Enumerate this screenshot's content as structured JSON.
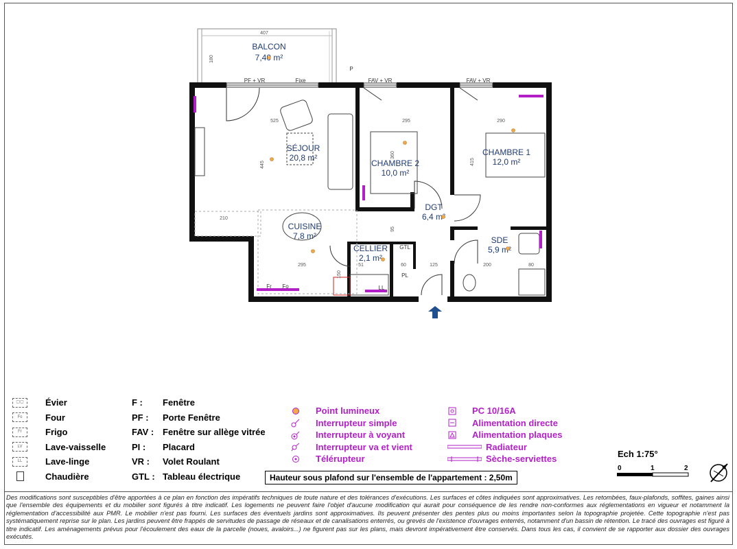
{
  "rooms": {
    "balcon": {
      "name": "BALCON",
      "area": "7,40 m²"
    },
    "sejour": {
      "name": "SÉJOUR",
      "area": "20,8 m²"
    },
    "chambre2": {
      "name": "CHAMBRE 2",
      "area": "10,0 m²"
    },
    "chambre1": {
      "name": "CHAMBRE 1",
      "area": "12,0 m²"
    },
    "dgt": {
      "name": "DGT",
      "area": "6,4 m²"
    },
    "cuisine": {
      "name": "CUISINE",
      "area": "7,8 m²"
    },
    "cellier": {
      "name": "CELLIER",
      "area": "2,1 m²"
    },
    "sde": {
      "name": "SDE",
      "area": "5,9 m²"
    }
  },
  "plan_labels": {
    "pf_vr": "PF + VR",
    "fixe": "Fixe",
    "fav_vr_1": "FAV + VR",
    "fav_vr_2": "FAV + VR",
    "gtl": "GTL",
    "pl": "PL",
    "ll": "LL",
    "fr": "Fr",
    "fo": "Fo",
    "north_p": "P"
  },
  "dimensions": {
    "d407": "407",
    "d180": "180",
    "d525": "525",
    "d295a": "295",
    "d290": "290",
    "d445": "445",
    "d360": "360",
    "d415": "415",
    "d210": "210",
    "d295b": "295",
    "d95": "95",
    "d150": "150",
    "d51": "51",
    "d60": "60",
    "d125": "125",
    "d200": "200",
    "d80": "80"
  },
  "legend": {
    "equipment": [
      {
        "icon": "evier-icon",
        "label": "Évier"
      },
      {
        "icon": "four-icon",
        "label": "Four"
      },
      {
        "icon": "frigo-icon",
        "label": "Frigo"
      },
      {
        "icon": "lave-vaisselle-icon",
        "label": "Lave-vaisselle"
      },
      {
        "icon": "lave-linge-icon",
        "label": "Lave-linge"
      },
      {
        "icon": "chaudiere-icon",
        "label": "Chaudière"
      }
    ],
    "abbreviations": [
      {
        "abbr": "F :",
        "label": "Fenêtre"
      },
      {
        "abbr": "PF :",
        "label": "Porte Fenêtre"
      },
      {
        "abbr": "FAV :",
        "label": "Fenêtre sur allège vitrée"
      },
      {
        "abbr": "PI :",
        "label": "Placard"
      },
      {
        "abbr": "VR :",
        "label": "Volet Roulant"
      },
      {
        "abbr": "GTL :",
        "label": "Tableau électrique"
      }
    ],
    "electric_left": [
      {
        "icon": "point-lumineux-icon",
        "label": "Point lumineux"
      },
      {
        "icon": "interrupteur-simple-icon",
        "label": "Interrupteur simple"
      },
      {
        "icon": "interrupteur-voyant-icon",
        "label": "Interrupteur à voyant"
      },
      {
        "icon": "interrupteur-va-et-vient-icon",
        "label": "Interrupteur va et vient"
      },
      {
        "icon": "telerupteur-icon",
        "label": "Télérupteur"
      }
    ],
    "electric_right": [
      {
        "icon": "pc-icon",
        "label": "PC 10/16A"
      },
      {
        "icon": "alimentation-directe-icon",
        "label": "Alimentation directe"
      },
      {
        "icon": "alimentation-plaques-icon",
        "label": "Alimentation plaques"
      },
      {
        "icon": "radiateur-icon",
        "label": "Radiateur"
      },
      {
        "icon": "seche-serviettes-icon",
        "label": "Sèche-serviettes"
      }
    ],
    "colors": {
      "purple": "#b21fc7",
      "room_text": "#1f3b73",
      "entry_arrow": "#1f4f8f"
    }
  },
  "ceiling_height": "Hauteur sous plafond sur l'ensemble de l'appartement : 2,50m",
  "scale": {
    "title": "Ech 1:75°",
    "ticks": [
      "0",
      "1",
      "2"
    ]
  },
  "disclaimer": "Des modifications sont susceptibles d'être apportées à ce plan en fonction des impératifs techniques de toute nature et des tolérances d'exécutions. Les surfaces et côtes indiquées sont approximatives. Les retombées, faux-plafonds, soffites, gaines ainsi que l'ensemble des équipements et du mobilier sont figurés à titre indicatif. Les logements ne peuvent faire l'objet d'aucune modification qui aurait pour conséquence de les rendre non-conformes aux réglementations en vigueur et notamment la réglementation d'accessibilité aux PMR. Le mobilier n'est pas fourni. Les surfaces des éventuels jardins sont approximatives. Ils peuvent présenter des pentes plus ou moins importantes selon la topographie projetée. Cette topographie n'est pas systématiquement reprise sur le plan. Les jardins peuvent être frappés de servitudes de passage de réseaux et de canalisations enterrés, ou grevés de l'existence d'ouvrages enterrés, notamment d'un bassin de rétention. Le tracé des ouvrages est figuré à titre indicatif. Les aménagements prévus pour l'écoulement des eaux de la parcelle (noues, avaloirs...) ne figurent pas sur les plans, mais devront impérativement être conservés. Dans tous les cas, il convient de se rapporter aux dossier des ouvrages exécutés."
}
